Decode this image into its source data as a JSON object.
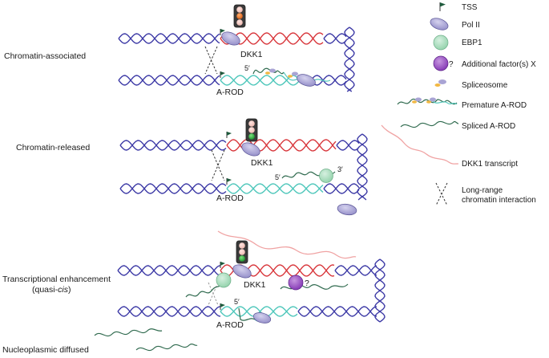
{
  "panels": [
    {
      "label": "Chromatin-associated",
      "label2": "",
      "gene_top": "DKK1",
      "gene_bottom": "A-ROD",
      "five_prime": "5′",
      "three_prime": "",
      "question": ""
    },
    {
      "label": "Chromatin-released",
      "label2": "",
      "gene_top": "DKK1",
      "gene_bottom": "A-ROD",
      "five_prime": "5′",
      "three_prime": "3′",
      "question": ""
    },
    {
      "label": "Transcriptional enhancement",
      "label2_prefix": "(quasi-",
      "label2_italic": "cis",
      "label2_suffix": ")",
      "gene_top": "DKK1",
      "gene_bottom": "A-ROD",
      "five_prime": "5′",
      "three_prime": "",
      "question": "?"
    }
  ],
  "nucleoplasmic_label": "Nucleoplasmic diffused",
  "legend": {
    "tss": "TSS",
    "pol2": "Pol II",
    "ebp1": "EBP1",
    "factor": "Additional factor(s) X",
    "factor_mark": "?",
    "spliceosome": "Spliceosome",
    "premature": "Premature A-ROD",
    "spliced": "Spliced A-ROD",
    "dkk1_transcript": "DKK1 transcript",
    "interaction_line1": "Long-range",
    "interaction_line2": "chromatin interaction"
  },
  "colors": {
    "dna_blue": "#3d3aa6",
    "dkk1_red": "#d8353a",
    "arod_teal": "#4fc7bb",
    "pol2_fill": "#a9a4d4",
    "ebp1_fill": "#a8dcc0",
    "factor_fill": "#9b4fc6",
    "rna_green": "#2f6a4e",
    "dkk1_transcript": "#f0a3a3",
    "spliceosome_body": "#a9a4d4",
    "spliceosome_yellow": "#f2b844",
    "light_red": "#f08070",
    "light_orange": "#e8661a",
    "light_green": "#1e9e30"
  },
  "traffic_lights": [
    {
      "active": "orange",
      "icon": "traffic-light-icon"
    },
    {
      "active": "green",
      "icon": "traffic-light-icon"
    },
    {
      "active": "green",
      "icon": "traffic-light-icon"
    }
  ]
}
